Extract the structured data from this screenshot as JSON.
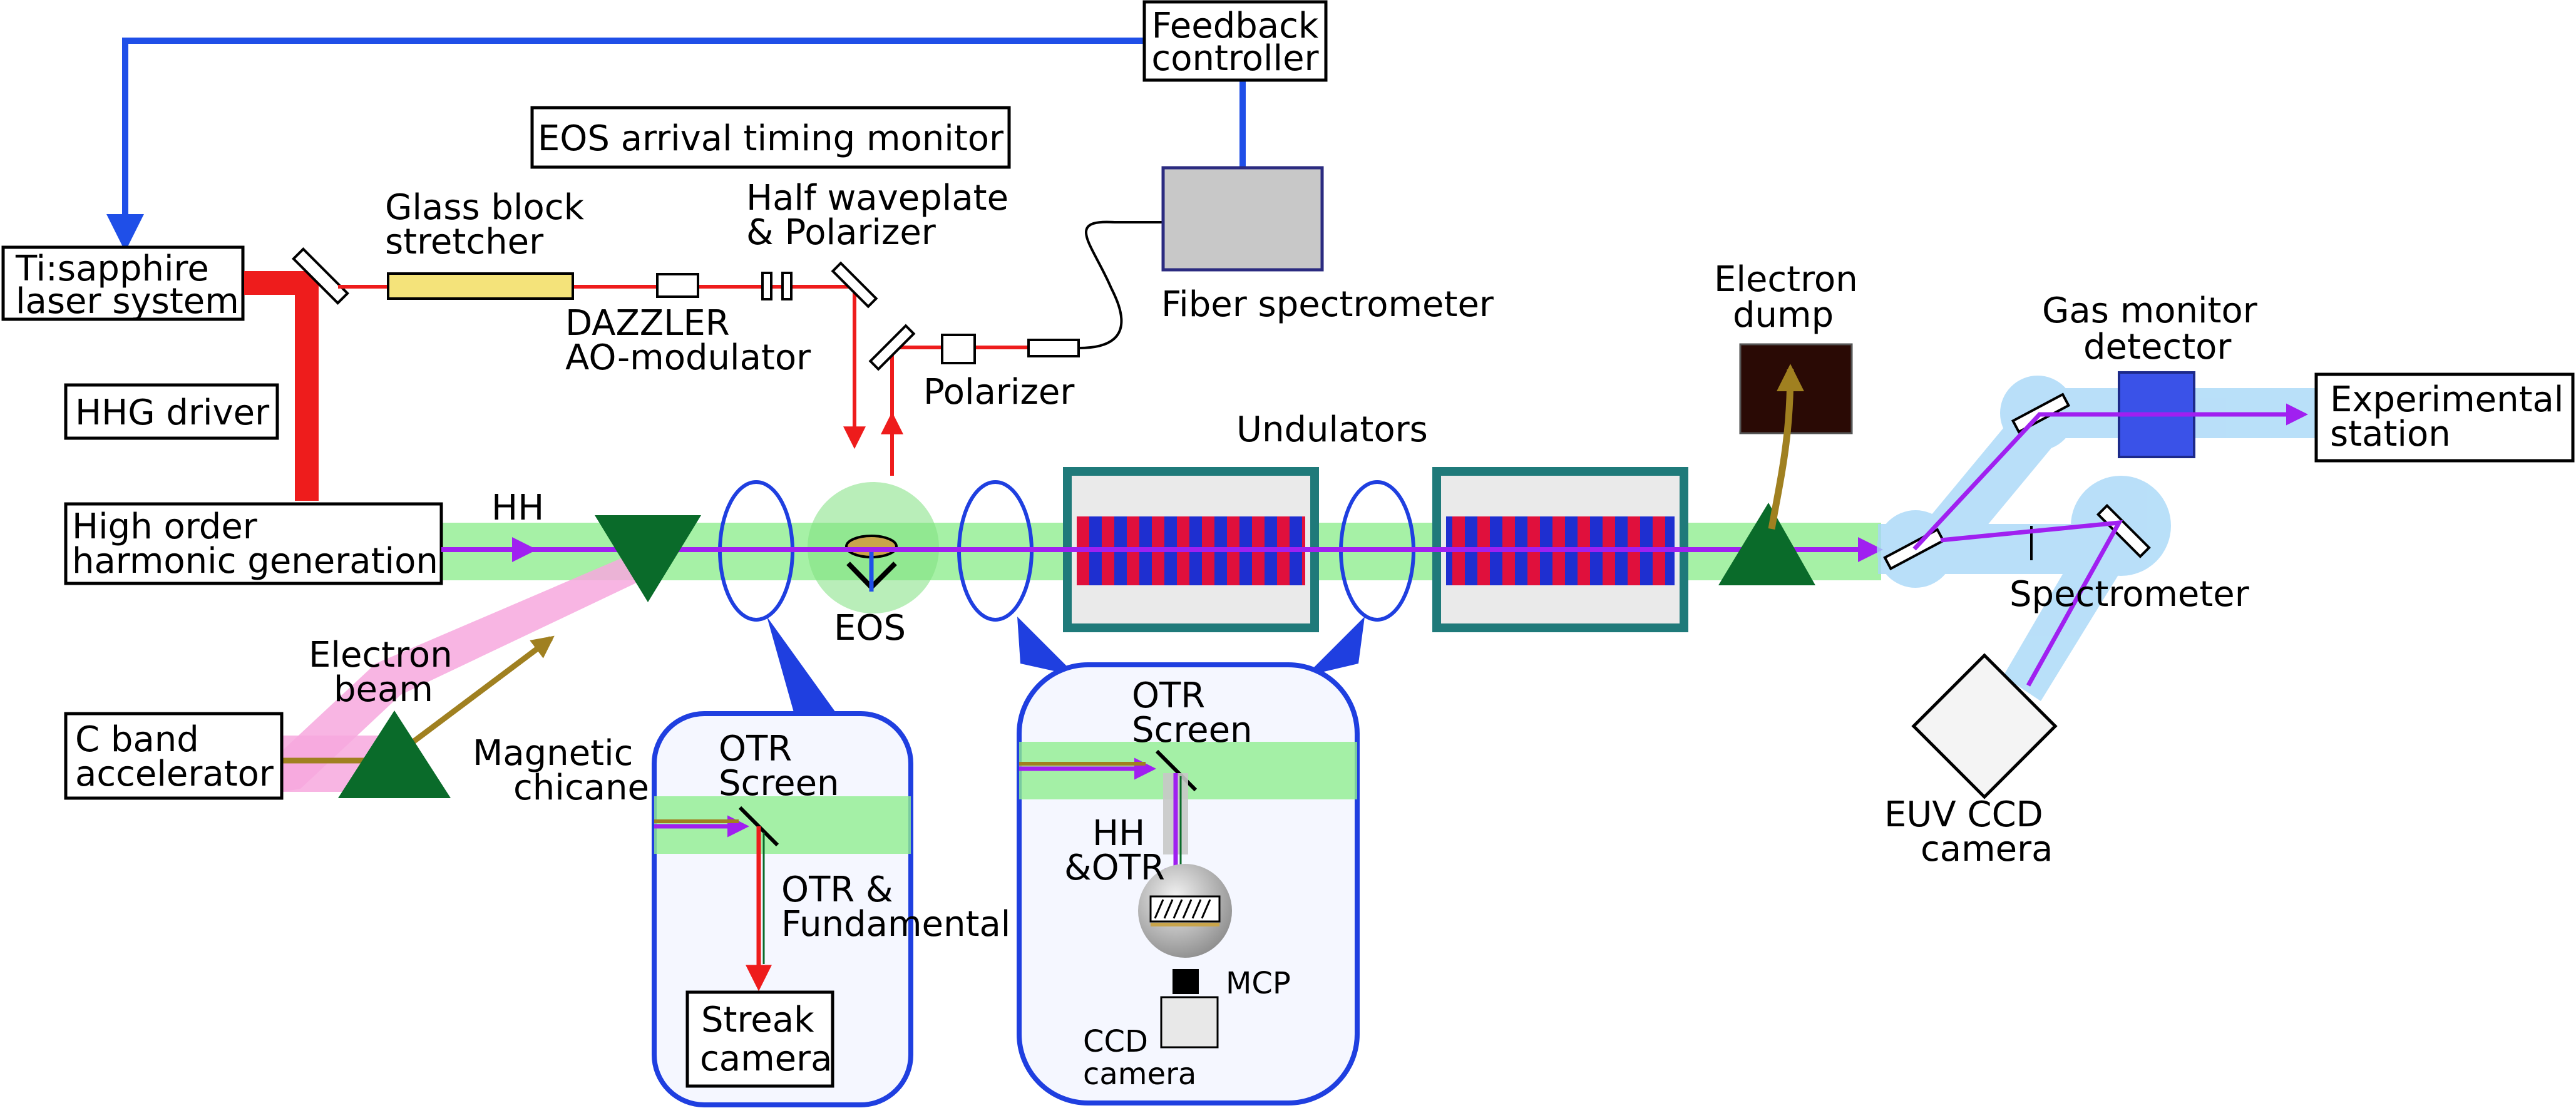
{
  "labels": {
    "feedback_l1": "Feedback",
    "feedback_l2": "controller",
    "eos_monitor": "EOS arrival timing monitor",
    "tisapph_l1": "Ti:sapphire",
    "tisapph_l2": "laser system",
    "glass_l1": "Glass block",
    "glass_l2": "stretcher",
    "halfwave_l1": "Half waveplate",
    "halfwave_l2": "& Polarizer",
    "dazzler_l1": "DAZZLER",
    "dazzler_l2": "AO-modulator",
    "polarizer": "Polarizer",
    "fiber_spec": "Fiber spectrometer",
    "hhg_driver": "HHG driver",
    "hohg_l1": "High order",
    "hohg_l2": "harmonic generation",
    "hh": "HH",
    "eos": "EOS",
    "undulators": "Undulators",
    "edump_l1": "Electron",
    "edump_l2": "dump",
    "gasmon_l1": "Gas monitor",
    "gasmon_l2": "detector",
    "expstation_l1": "Experimental",
    "expstation_l2": "station",
    "spectrometer": "Spectrometer",
    "euv_l1": "EUV CCD",
    "euv_l2": "camera",
    "ebeam_l1": "Electron",
    "ebeam_l2": "beam",
    "cband_l1": "C band",
    "cband_l2": "accelerator",
    "chicane_l1": "Magnetic",
    "chicane_l2": "chicane",
    "otr1_l1": "OTR",
    "otr1_l2": "Screen",
    "otrfund_l1": "OTR &",
    "otrfund_l2": "Fundamental",
    "streak_l1": "Streak",
    "streak_l2": "camera",
    "otr2_l1": "OTR",
    "otr2_l2": "Screen",
    "hhotr_l1": "HH",
    "hhotr_l2": "&OTR",
    "mcp": "MCP",
    "ccd_l1": "CCD",
    "ccd_l2": "camera"
  },
  "colors": {
    "laser": "#ee1c1c",
    "feedback": "#1f4fe8",
    "hh_beam": "#a020f0",
    "electron": "#a08020",
    "glow": "#90ee90",
    "magnet": "#0a6b2a",
    "undulator_frame": "#1f7a7a"
  }
}
